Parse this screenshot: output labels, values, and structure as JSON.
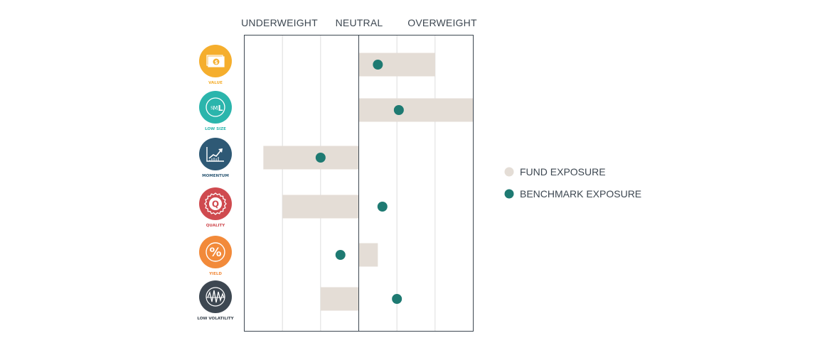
{
  "chart_data": {
    "type": "dot-range",
    "column_labels": [
      "UNDERWEIGHT",
      "NEUTRAL",
      "OVERWEIGHT"
    ],
    "xlim": [
      -3,
      3
    ],
    "grid": true,
    "legend_position": "right",
    "factors": [
      {
        "name": "VALUE",
        "icon": "dollar-bill-icon",
        "color": "#f5ae2d",
        "fund": 2.0,
        "benchmark": 0.5
      },
      {
        "name": "LOW SIZE",
        "icon": "sml-size-icon",
        "color": "#2bb5ac",
        "fund": 3.0,
        "benchmark": 1.05
      },
      {
        "name": "MOMENTUM",
        "icon": "trend-arrow-icon",
        "color": "#2e5975",
        "fund": -2.5,
        "benchmark": -1.0
      },
      {
        "name": "QUALITY",
        "icon": "quality-seal-icon",
        "color": "#cf4a4f",
        "fund": -2.0,
        "benchmark": 0.62
      },
      {
        "name": "YIELD",
        "icon": "percent-icon",
        "color": "#f28a3a",
        "fund": 0.5,
        "benchmark": -0.48
      },
      {
        "name": "LOW VOLATILITY",
        "icon": "volatility-wave-icon",
        "color": "#3d4751",
        "fund": -1.0,
        "benchmark": 1.0
      }
    ],
    "series": [
      {
        "name": "FUND EXPOSURE",
        "color": "#e4ddd6"
      },
      {
        "name": "BENCHMARK EXPOSURE",
        "color": "#1e7a72"
      }
    ]
  }
}
